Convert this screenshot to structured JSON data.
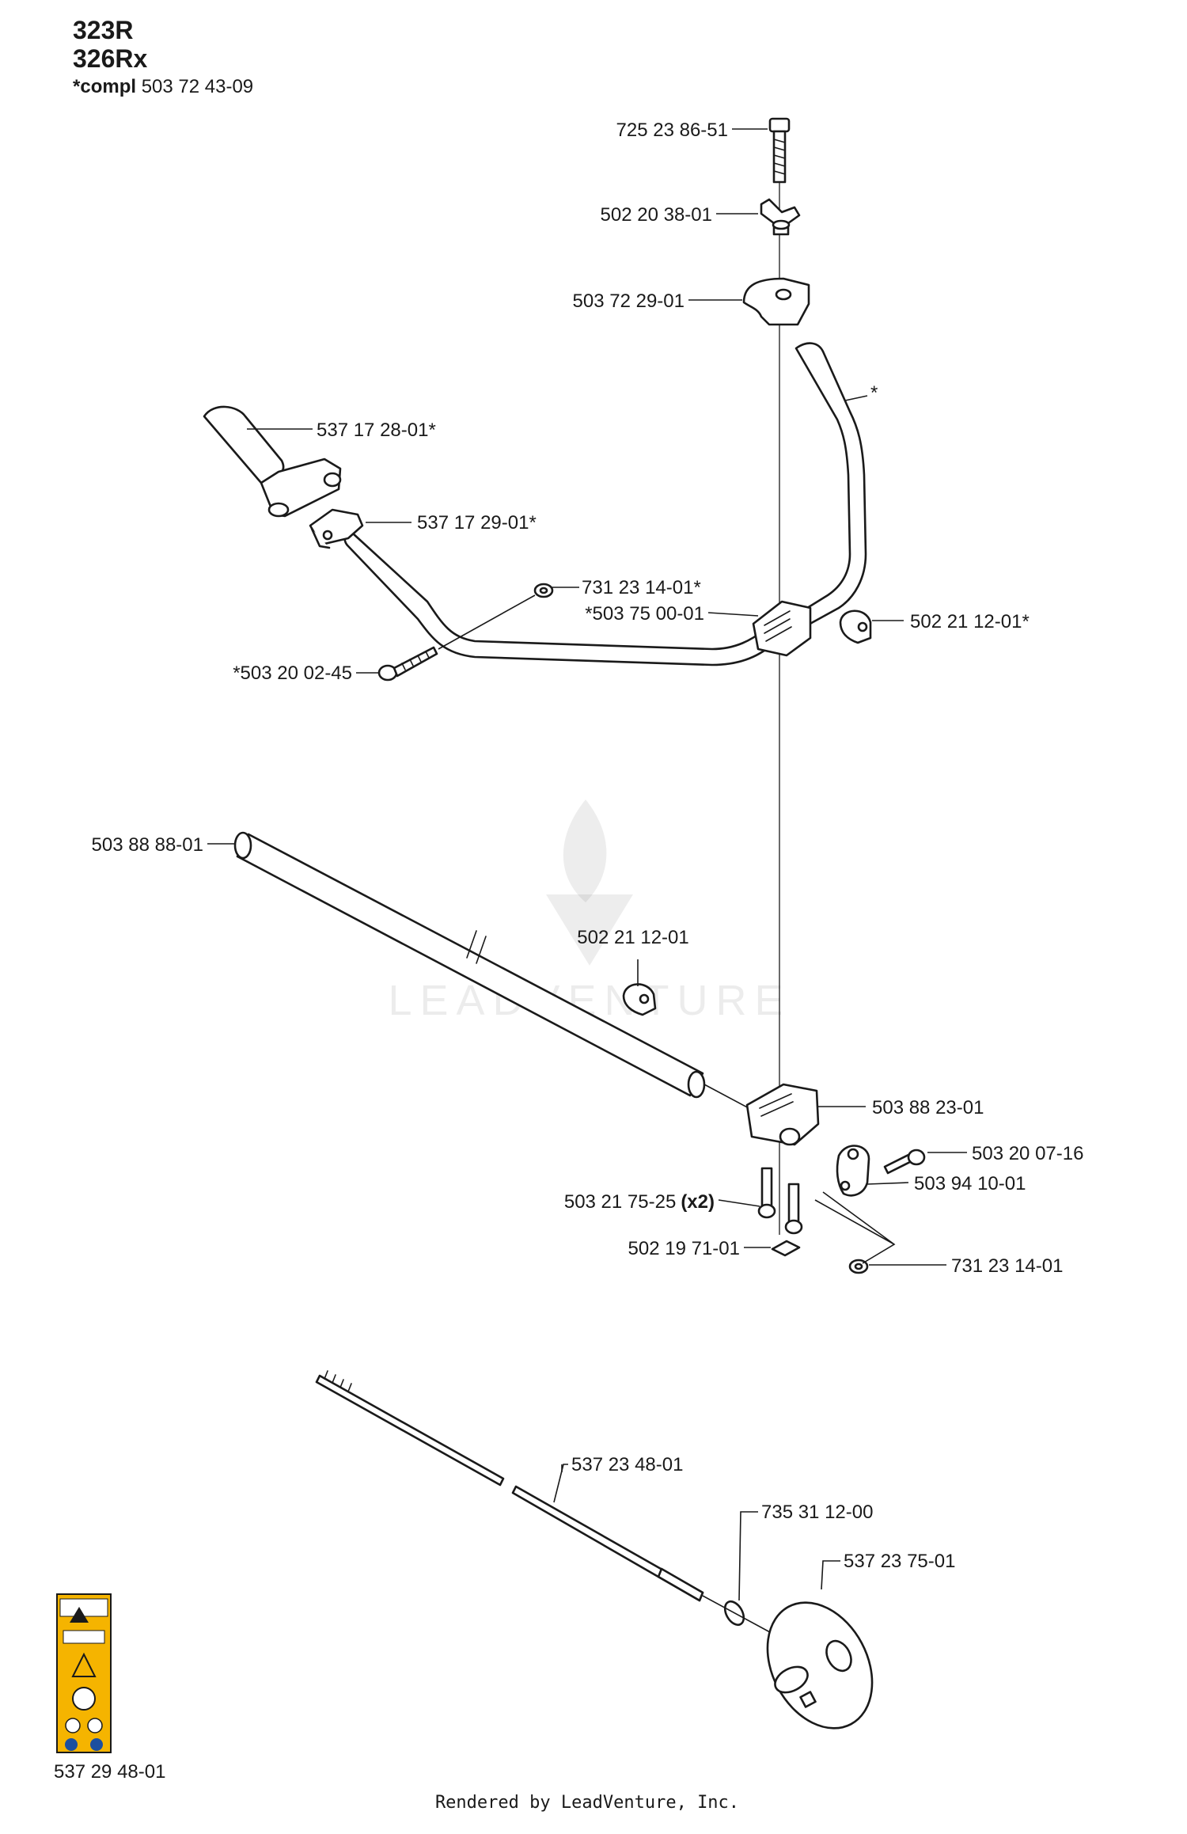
{
  "header": {
    "models": [
      "323R",
      "326Rx"
    ],
    "compl_prefix": "*compl",
    "compl_number": "503 72 43-09"
  },
  "watermark": {
    "text": "LEADVENTURE"
  },
  "footer": {
    "text": "Rendered by LeadVenture, Inc."
  },
  "parts": [
    {
      "id": "p01",
      "number": "725 23 86-51"
    },
    {
      "id": "p02",
      "number": "502 20 38-01"
    },
    {
      "id": "p03",
      "number": "503 72 29-01"
    },
    {
      "id": "p04",
      "number": "*"
    },
    {
      "id": "p05",
      "number": "537 17 28-01*"
    },
    {
      "id": "p06",
      "number": "537 17 29-01*"
    },
    {
      "id": "p07",
      "number": "731 23 14-01*"
    },
    {
      "id": "p08",
      "number": "*503 75 00-01"
    },
    {
      "id": "p09",
      "number": "502 21 12-01*"
    },
    {
      "id": "p10",
      "number": "*503 20 02-45"
    },
    {
      "id": "p11",
      "number": "503 88 88-01"
    },
    {
      "id": "p12",
      "number": "502 21 12-01"
    },
    {
      "id": "p13",
      "number": "503 88 23-01"
    },
    {
      "id": "p14",
      "number": "503 20 07-16"
    },
    {
      "id": "p15",
      "number": "503 21 75-25",
      "qty": "(x2)"
    },
    {
      "id": "p16",
      "number": "503 94 10-01"
    },
    {
      "id": "p17",
      "number": "502 19 71-01"
    },
    {
      "id": "p18",
      "number": "731 23 14-01"
    },
    {
      "id": "p19",
      "number": "537 23 48-01"
    },
    {
      "id": "p20",
      "number": "735 31 12-00"
    },
    {
      "id": "p21",
      "number": "537 23 75-01"
    },
    {
      "id": "p22",
      "number": "537 29 48-01"
    }
  ]
}
